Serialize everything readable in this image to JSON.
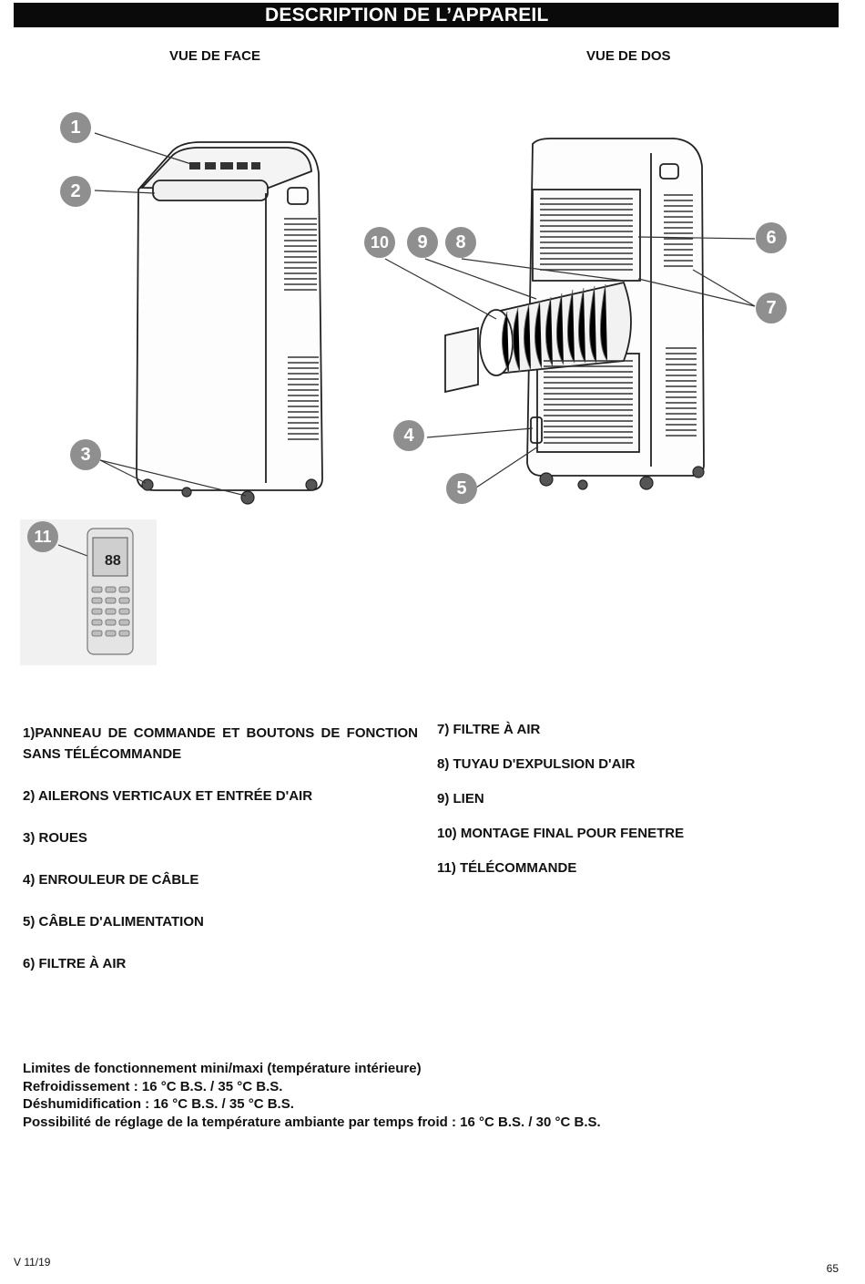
{
  "header": {
    "title": "DESCRIPTION DE L’APPAREIL"
  },
  "views": {
    "front_label": "VUE DE FACE",
    "back_label": "VUE DE DOS"
  },
  "callouts": [
    "1",
    "2",
    "3",
    "4",
    "5",
    "6",
    "7",
    "8",
    "9",
    "10",
    "11"
  ],
  "remote": {
    "display_digits": "88"
  },
  "legend": {
    "left": [
      "1)PANNEAU DE COMMANDE ET BOUTONS DE FONCTION SANS TÉLÉCOMMANDE",
      "2) AILERONS VERTICAUX ET ENTRÉE D'AIR",
      "3) ROUES",
      "4) ENROULEUR DE CÂBLE",
      "5) CÂBLE D'ALIMENTATION",
      "6) FILTRE À AIR"
    ],
    "right": [
      "7) FILTRE À AIR",
      "8) TUYAU D'EXPULSION D'AIR",
      "9) LIEN",
      "10) MONTAGE FINAL POUR FENETRE",
      "11) TÉLÉCOMMANDE"
    ]
  },
  "limits": {
    "heading": "Limites de fonctionnement mini/maxi (température intérieure)",
    "cooling": "Refroidissement : 16 °C B.S. / 35 °C B.S.",
    "dehumid": "Déshumidification : 16 °C B.S. / 35 °C B.S.",
    "heating": "Possibilité de réglage de la température ambiante par temps froid : 16 °C B.S. / 30 °C B.S."
  },
  "footer": {
    "version": "V 11/19",
    "page": "65"
  }
}
